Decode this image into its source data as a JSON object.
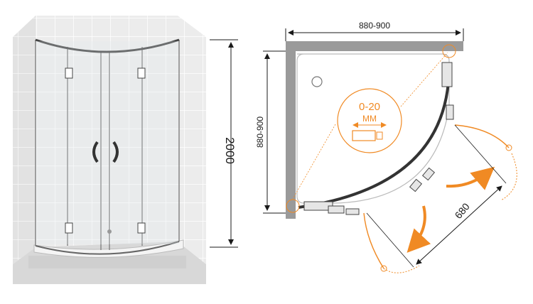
{
  "diagram": {
    "product": "quarter-round shower enclosure with two hinged doors",
    "dimensions": {
      "width": "880-900",
      "depth": "880-900",
      "height": "2000",
      "door_opening": "680",
      "adjustment_range": "0-20",
      "adjustment_unit": "MM"
    },
    "colors": {
      "accent_orange": "#f08a24",
      "glass_line": "#9a9a9a",
      "wall_tile": "#e9e9e9",
      "frame_dark": "#333333"
    }
  }
}
